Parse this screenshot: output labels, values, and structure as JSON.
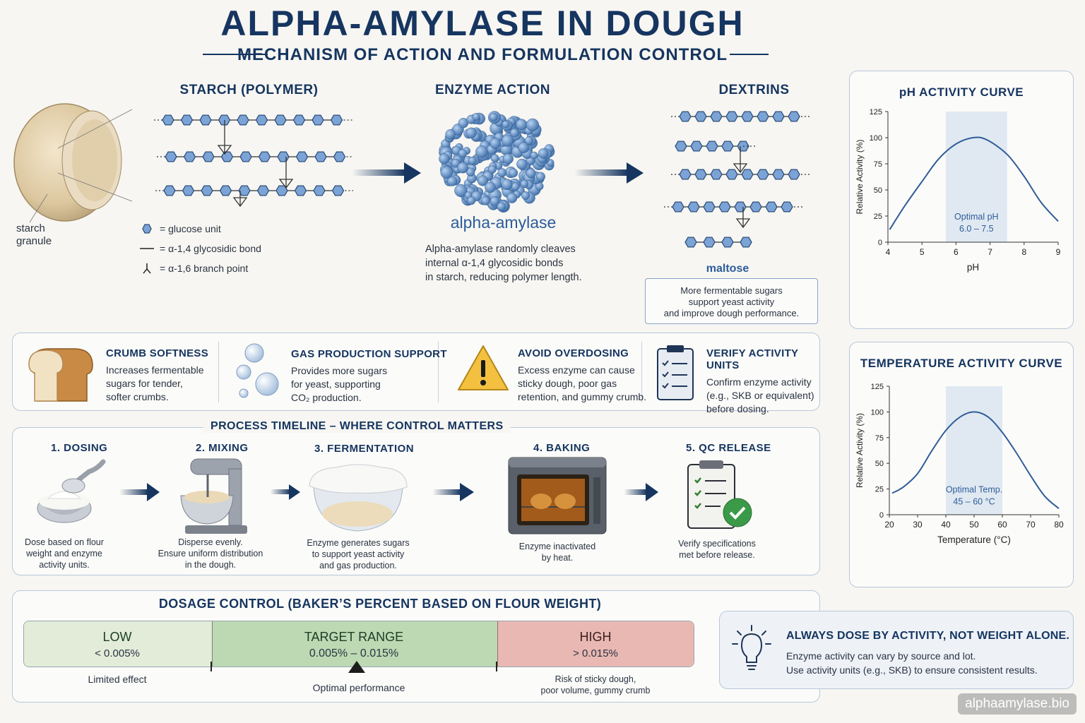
{
  "header": {
    "title": "ALPHA-AMYLASE IN DOUGH",
    "subtitle": "MECHANISM OF ACTION AND FORMULATION CONTROL"
  },
  "mechanism": {
    "starch_heading": "STARCH (POLYMER)",
    "enzyme_heading": "ENZYME ACTION",
    "dextrins_heading": "DEXTRINS",
    "granule_label_1": "starch",
    "granule_label_2": "granule",
    "legend": {
      "glucose": "= glucose unit",
      "bond": "= α-1,4 glycosidic bond",
      "branch": "= α-1,6 branch point"
    },
    "enzyme_name": "alpha-amylase",
    "enzyme_desc_1": "Alpha-amylase randomly cleaves",
    "enzyme_desc_2": "internal α-1,4 glycosidic bonds",
    "enzyme_desc_3": "in starch, reducing polymer length.",
    "maltose_label": "maltose",
    "sugars_note_1": "More fermentable sugars",
    "sugars_note_2": "support yeast activity",
    "sugars_note_3": "and improve dough performance."
  },
  "benefits": [
    {
      "title": "CRUMB SOFTNESS",
      "lines": [
        "Increases fermentable",
        "sugars for tender,",
        "softer crumbs."
      ]
    },
    {
      "title": "GAS PRODUCTION SUPPORT",
      "lines": [
        "Provides more sugars",
        "for yeast, supporting",
        "CO₂ production."
      ]
    },
    {
      "title": "AVOID OVERDOSING",
      "lines": [
        "Excess enzyme can cause",
        "sticky dough, poor gas",
        "retention, and gummy crumb."
      ]
    },
    {
      "title": "VERIFY ACTIVITY UNITS",
      "lines": [
        "Confirm enzyme activity",
        "(e.g., SKB or equivalent)",
        "before dosing."
      ]
    }
  ],
  "timeline": {
    "heading": "PROCESS TIMELINE – WHERE CONTROL MATTERS",
    "steps": [
      {
        "title": "1.  DOSING",
        "lines": [
          "Dose based on flour",
          "weight and enzyme",
          "activity units."
        ]
      },
      {
        "title": "2.  MIXING",
        "lines": [
          "Disperse evenly.",
          "Ensure uniform distribution",
          "in the dough."
        ]
      },
      {
        "title": "3.  FERMENTATION",
        "lines": [
          "Enzyme generates sugars",
          "to support yeast activity",
          "and gas production."
        ]
      },
      {
        "title": "4.  BAKING",
        "lines": [
          "Enzyme inactivated",
          "by heat."
        ]
      },
      {
        "title": "5.  QC RELEASE",
        "lines": [
          "Verify specifications",
          "met before release."
        ]
      }
    ]
  },
  "dosage": {
    "heading": "DOSAGE CONTROL (BAKER’S PERCENT BASED ON FLOUR WEIGHT)",
    "low_label": "LOW",
    "low_value": "< 0.005%",
    "target_label": "TARGET RANGE",
    "target_value": "0.005% – 0.015%",
    "high_label": "HIGH",
    "high_value": "> 0.015%",
    "low_note": "Limited effect",
    "target_note": "Optimal performance",
    "high_note_1": "Risk of sticky dough,",
    "high_note_2": "poor volume, gummy crumb",
    "colors": {
      "low": "#e2ecd9",
      "target": "#bcd9b3",
      "high": "#e9b8b3"
    }
  },
  "tip": {
    "title": "ALWAYS DOSE BY ACTIVITY, NOT WEIGHT ALONE.",
    "line_1": "Enzyme activity can vary by source and lot.",
    "line_2": "Use activity units (e.g., SKB) to ensure consistent results."
  },
  "watermark": "alphaamylase.bio",
  "chart_data": [
    {
      "type": "line",
      "title": "pH ACTIVITY CURVE",
      "xlabel": "pH",
      "ylabel": "Relative Activity (%)",
      "xlim": [
        4,
        9
      ],
      "ylim": [
        0,
        125
      ],
      "xticks": [
        "4",
        "5",
        "6",
        "7",
        "8",
        "9"
      ],
      "yticks": [
        "0",
        "25",
        "50",
        "75",
        "100",
        "125"
      ],
      "x": [
        4.05,
        4.5,
        5.0,
        5.5,
        6.0,
        6.5,
        6.9,
        7.5,
        8.0,
        8.5,
        9.0
      ],
      "y": [
        12,
        35,
        58,
        80,
        94,
        100,
        98,
        84,
        63,
        38,
        20
      ],
      "optimal_range": [
        5.7,
        7.5
      ],
      "optimal_label_1": "Optimal pH",
      "optimal_label_2": "6.0 – 7.5"
    },
    {
      "type": "line",
      "title": "TEMPERATURE ACTIVITY CURVE",
      "xlabel": "Temperature (°C)",
      "ylabel": "Relative Activity (%)",
      "xlim": [
        20,
        80
      ],
      "ylim": [
        0,
        125
      ],
      "xticks": [
        "20",
        "30",
        "40",
        "50",
        "60",
        "70",
        "80"
      ],
      "yticks": [
        "0",
        "25",
        "50",
        "75",
        "100",
        "125"
      ],
      "x": [
        21,
        25,
        30,
        35,
        40,
        45,
        50,
        55,
        60,
        65,
        70,
        75,
        80
      ],
      "y": [
        21,
        27,
        40,
        62,
        82,
        95,
        100,
        95,
        80,
        60,
        38,
        18,
        6
      ],
      "optimal_range": [
        40,
        60
      ],
      "optimal_label_1": "Optimal Temp.",
      "optimal_label_2": "45 – 60 °C"
    }
  ]
}
